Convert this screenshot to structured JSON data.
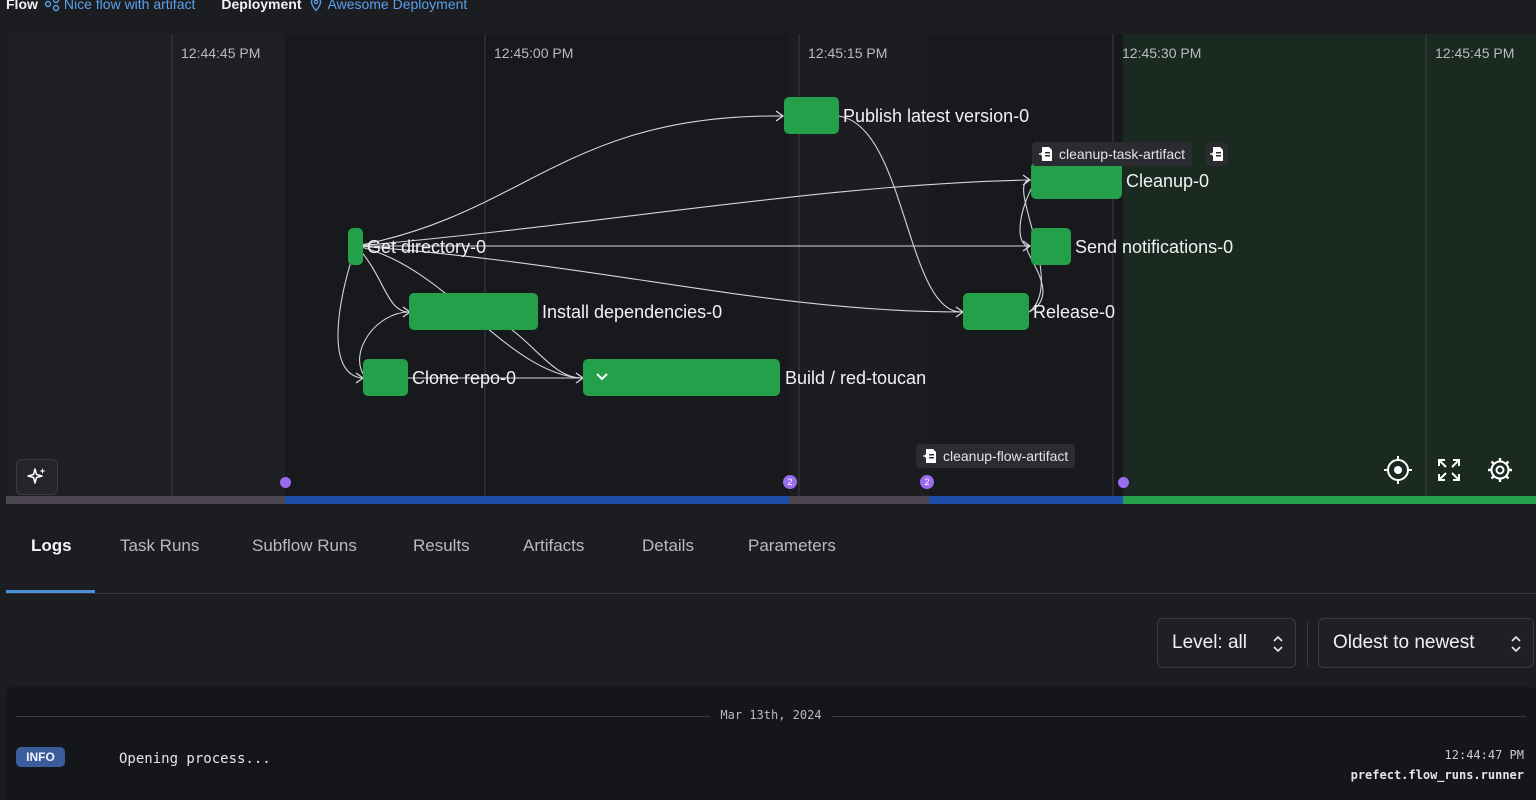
{
  "header": {
    "flow_label": "Flow",
    "flow_name": "Nice flow with artifact",
    "deployment_label": "Deployment",
    "deployment_name": "Awesome Deployment"
  },
  "timeline": {
    "ticks": [
      "12:44:45 PM",
      "12:45:00 PM",
      "12:45:15 PM",
      "12:45:30 PM",
      "12:45:45 PM"
    ],
    "state_colors": {
      "completed": "#24a04b",
      "running_band": "#1e4fa8",
      "scheduled_band": "#4d4752",
      "completed_band": "#24a04b",
      "event_dot": "#9a6cf0"
    },
    "event_dot_counts": [
      "2",
      "2"
    ]
  },
  "nodes": {
    "get_directory": "Get directory-0",
    "install_dependencies": "Install dependencies-0",
    "clone_repo": "Clone repo-0",
    "build": "Build / red-toucan",
    "publish": "Publish latest version-0",
    "cleanup": "Cleanup-0",
    "send_notifications": "Send notifications-0",
    "release": "Release-0"
  },
  "artifacts": {
    "task_artifact": "cleanup-task-artifact",
    "flow_artifact": "cleanup-flow-artifact"
  },
  "controls": {
    "ai_icon": "sparkles-icon",
    "recenter_icon": "crosshair-icon",
    "fullscreen_icon": "expand-icon",
    "settings_icon": "gear-icon"
  },
  "tabs": [
    "Logs",
    "Task Runs",
    "Subflow Runs",
    "Results",
    "Artifacts",
    "Details",
    "Parameters"
  ],
  "filters": {
    "level": "Level: all",
    "sort": "Oldest to newest"
  },
  "logs": {
    "date": "Mar 13th, 2024",
    "entries": [
      {
        "level": "INFO",
        "message": "Opening process...",
        "time": "12:44:47 PM",
        "logger": "prefect.flow_runs.runner"
      }
    ]
  }
}
